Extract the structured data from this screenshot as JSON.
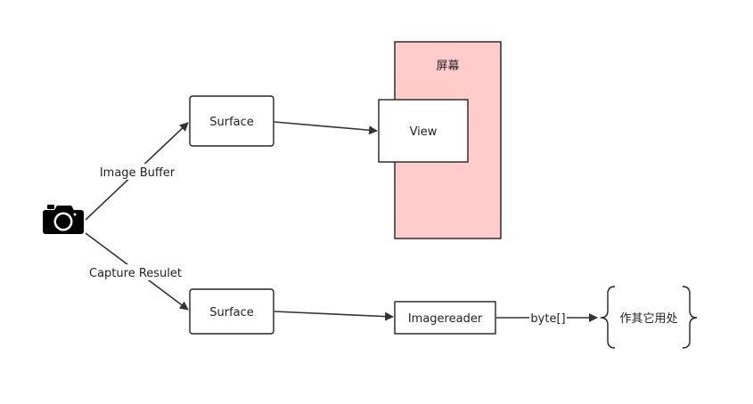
{
  "colors": {
    "screen_fill": "#ffcccc",
    "box_stroke": "#222222",
    "edge_stroke": "#333333",
    "text": "#222222"
  },
  "icons": {
    "source": "camera-icon"
  },
  "nodes": {
    "screen": {
      "label": "屏幕"
    },
    "surface_top": {
      "label": "Surface"
    },
    "view": {
      "label": "View"
    },
    "surface_bottom": {
      "label": "Surface"
    },
    "imagereader": {
      "label": "Imagereader"
    },
    "other_uses": {
      "label": "作其它用处"
    }
  },
  "edges": {
    "camera_to_surface_top": {
      "label": "Image Buffer"
    },
    "camera_to_surface_bottom": {
      "label": "Capture Resulet"
    },
    "imagereader_to_other": {
      "label": "byte[]"
    }
  }
}
